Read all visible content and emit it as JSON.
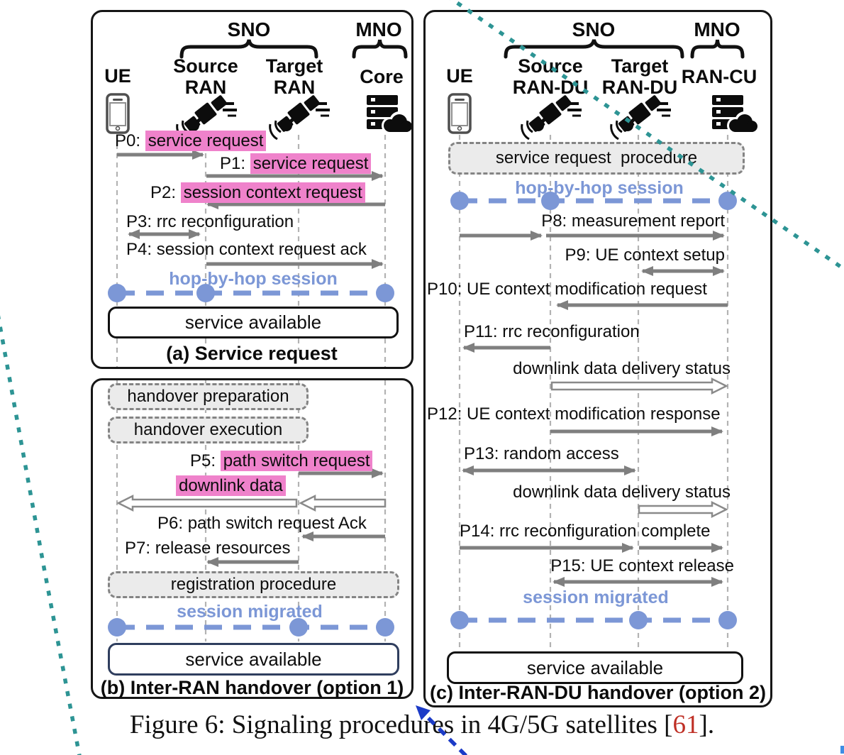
{
  "figure": {
    "caption_pre": "Figure 6: Signaling procedures in 4G/5G satellites [",
    "caption_ref": "61",
    "caption_post": "]."
  },
  "colors": {
    "highlight_pink": "#ef82cb",
    "session_blue": "#7c97d6",
    "arrow_gray": "#7f7f7f",
    "teal_annotation": "#2d9494",
    "blue_annotation": "#1c3bc7",
    "ref_red": "#bf2f25"
  },
  "panel_a": {
    "caption": "(a) Service request",
    "sno": "SNO",
    "mno": "MNO",
    "actors": {
      "ue": "UE",
      "source_line1": "Source",
      "source_line2": "RAN",
      "target_line1": "Target",
      "target_line2": "RAN",
      "core": "Core"
    },
    "messages": {
      "p0": {
        "prefix": "P0: ",
        "text": "service request"
      },
      "p1": {
        "prefix": "P1: ",
        "text": "service request"
      },
      "p2": {
        "prefix": "P2: ",
        "text": "session context request"
      },
      "p3": {
        "label": "P3: rrc reconfiguration"
      },
      "p4": {
        "label": "P4: session context request ack"
      }
    },
    "session_label": "hop-by-hop session",
    "service_box": "service available"
  },
  "panel_b": {
    "caption": "(b) Inter-RAN handover (option 1)",
    "proc_boxes": {
      "prep": "handover preparation",
      "exec": "handover execution",
      "reg": "registration procedure"
    },
    "messages": {
      "p5": {
        "prefix": "P5: ",
        "text": "path switch request"
      },
      "downlink": {
        "text": "downlink data"
      },
      "p6": {
        "label": "P6: path switch request Ack"
      },
      "p7": {
        "label": "P7: release resources"
      }
    },
    "session_label": "session migrated",
    "service_box": "service available"
  },
  "panel_c": {
    "caption": "(c) Inter-RAN-DU handover (option 2)",
    "sno": "SNO",
    "mno": "MNO",
    "actors": {
      "ue": "UE",
      "source_line1": "Source",
      "source_line2": "RAN-DU",
      "target_line1": "Target",
      "target_line2": "RAN-DU",
      "rancu": "RAN-CU"
    },
    "proc_boxes": {
      "service_request": "service request  procedure"
    },
    "messages": {
      "p8": {
        "label": "P8: measurement report"
      },
      "p9": {
        "label": "P9: UE context setup"
      },
      "p10": {
        "label": "P10: UE context modification request"
      },
      "p11": {
        "label": "P11: rrc reconfiguration"
      },
      "dds1": {
        "label": "downlink data delivery status"
      },
      "p12": {
        "label": "P12: UE context modification response"
      },
      "p13": {
        "label": "P13: random access"
      },
      "dds2": {
        "label": "downlink data delivery status"
      },
      "p14": {
        "label": "P14: rrc reconfiguration complete"
      },
      "p15": {
        "label": "P15: UE context release"
      }
    },
    "session_top_label": "hop-by-hop session",
    "session_bottom_label": "session migrated",
    "service_box": "service available"
  }
}
